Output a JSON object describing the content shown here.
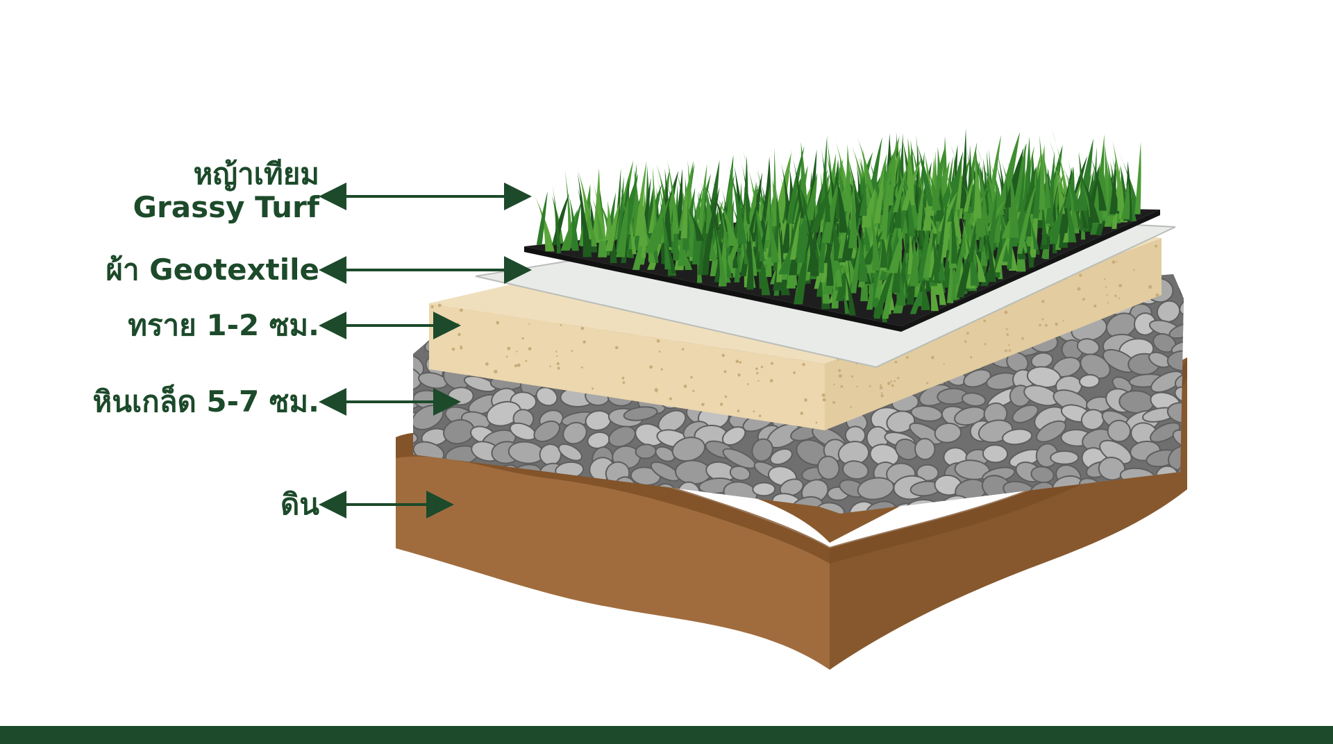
{
  "layers": [
    {
      "id": "turf",
      "label_th": "หญ้าเทียม",
      "label_en": "Grassy Turf"
    },
    {
      "id": "geotextile",
      "label": "ผ้า Geotextile"
    },
    {
      "id": "sand",
      "label": "ทราย 1-2 ซม."
    },
    {
      "id": "gravel",
      "label": "หินเกล็ด 5-7 ซม."
    },
    {
      "id": "soil",
      "label": "ดิน"
    }
  ],
  "colors": {
    "label": "#1c4a2a",
    "grass_dark": "#1f5a1f",
    "grass_mid": "#2f7d2a",
    "grass_light": "#5aa63a",
    "turf_backing": "#1e1e1e",
    "geotextile": "#e8ebe8",
    "sand_top": "#f0dfbd",
    "sand_side": "#e2cca0",
    "gravel_base": "#7d7d7d",
    "stone": "#a7a7a7",
    "soil_top": "#8a5a2e",
    "soil_front": "#a06c3e",
    "soil_side": "#87582e",
    "footer": "#1c4a2a"
  }
}
